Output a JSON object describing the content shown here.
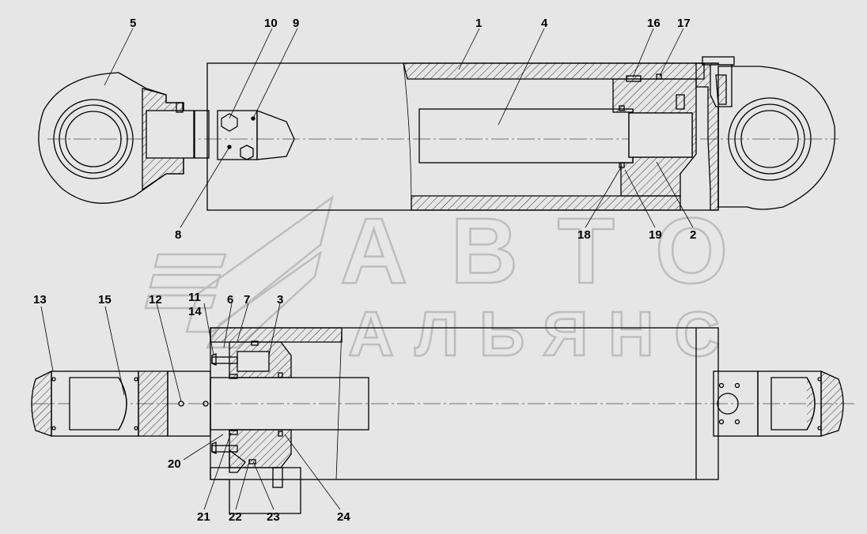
{
  "watermark": {
    "line1": "АВТО",
    "line2": "АЛЬЯНС"
  },
  "callouts": [
    {
      "label": "1"
    },
    {
      "label": "2"
    },
    {
      "label": "3"
    },
    {
      "label": "4"
    },
    {
      "label": "5"
    },
    {
      "label": "6"
    },
    {
      "label": "7"
    },
    {
      "label": "8"
    },
    {
      "label": "9"
    },
    {
      "label": "10"
    },
    {
      "label": "11"
    },
    {
      "label": "12"
    },
    {
      "label": "13"
    },
    {
      "label": "14"
    },
    {
      "label": "15"
    },
    {
      "label": "16"
    },
    {
      "label": "17"
    },
    {
      "label": "18"
    },
    {
      "label": "19"
    },
    {
      "label": "20"
    },
    {
      "label": "21"
    },
    {
      "label": "22"
    },
    {
      "label": "23"
    },
    {
      "label": "24"
    }
  ],
  "colors": {
    "background": "#e6e6e6",
    "line": "#000000",
    "watermark": "#bdbdbd"
  }
}
